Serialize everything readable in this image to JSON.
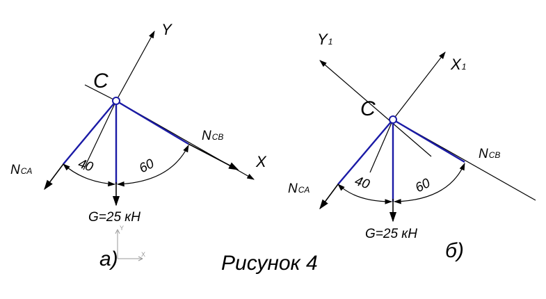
{
  "caption": "Рисунок 4",
  "diagram_a": {
    "point": "C",
    "y_axis": "Y",
    "x_axis": "X",
    "nca_main": "N",
    "nca_sub": "CA",
    "ncb_main": "N",
    "ncb_sub": "CB",
    "angle_left": "40",
    "angle_right": "60",
    "weight": "G=25 кН",
    "caption": "а)"
  },
  "diagram_b": {
    "point": "C",
    "y_axis_main": "Y",
    "y_axis_sub": "1",
    "x_axis_main": "X",
    "x_axis_sub": "1",
    "nca_main": "N",
    "nca_sub": "CA",
    "ncb_main": "N",
    "ncb_sub": "CB",
    "angle_left": "40",
    "angle_right": "60",
    "weight": "G=25 кН",
    "caption": "б)"
  }
}
